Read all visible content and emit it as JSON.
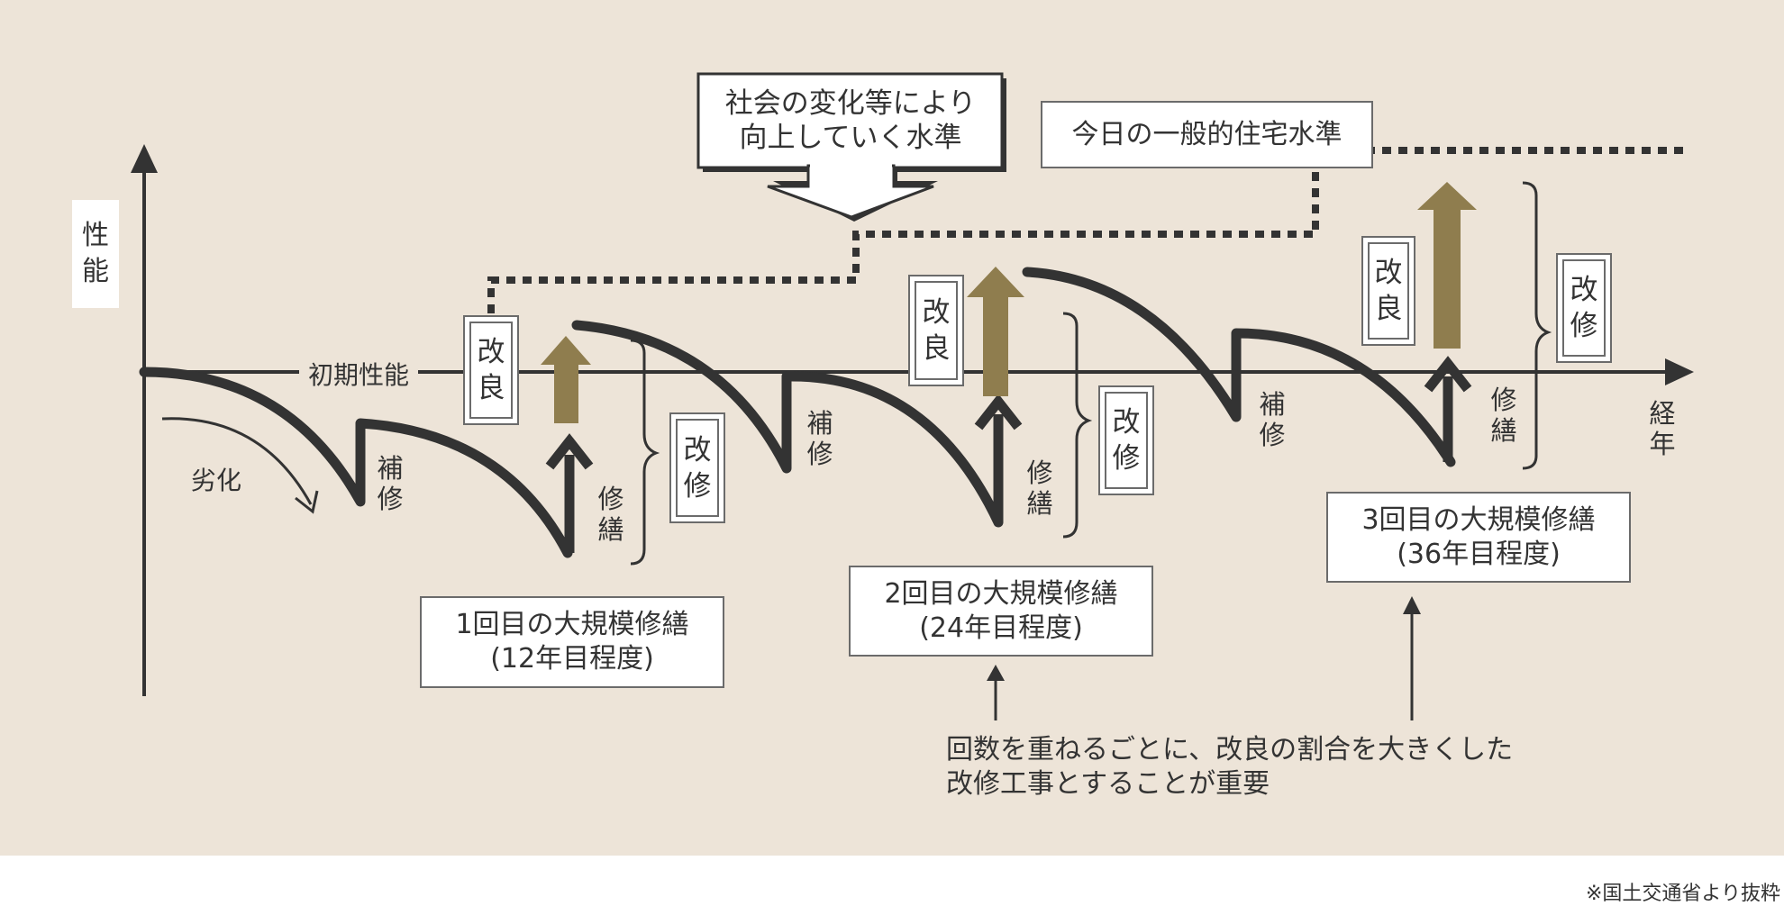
{
  "colors": {
    "background": "#ede4d8",
    "ink": "#333333",
    "gold": "#8f7d4e",
    "box_border": "#6b6b6b"
  },
  "axes": {
    "y_label": [
      "性",
      "能"
    ],
    "x_label": [
      "経",
      "年"
    ]
  },
  "labels": {
    "initial_performance": "初期性能",
    "deterioration": "劣化"
  },
  "callouts": {
    "society": [
      "社会の変化等により",
      "向上していく水準"
    ],
    "standard": "今日の一般的住宅水準"
  },
  "repair": [
    "補",
    "修"
  ],
  "maintenance": [
    "修",
    "繕"
  ],
  "kairyo": [
    "改",
    "良"
  ],
  "kaishu": [
    "改",
    "修"
  ],
  "milestones": [
    {
      "line1": "1回目の大規模修繕",
      "line2": "(12年目程度)"
    },
    {
      "line1": "2回目の大規模修繕",
      "line2": "(24年目程度)"
    },
    {
      "line1": "3回目の大規模修繕",
      "line2": "(36年目程度)"
    }
  ],
  "note": [
    "回数を重ねるごとに、改良の割合を大きくした",
    "改修工事とすることが重要"
  ],
  "footer": "※国土交通省より抜粋"
}
